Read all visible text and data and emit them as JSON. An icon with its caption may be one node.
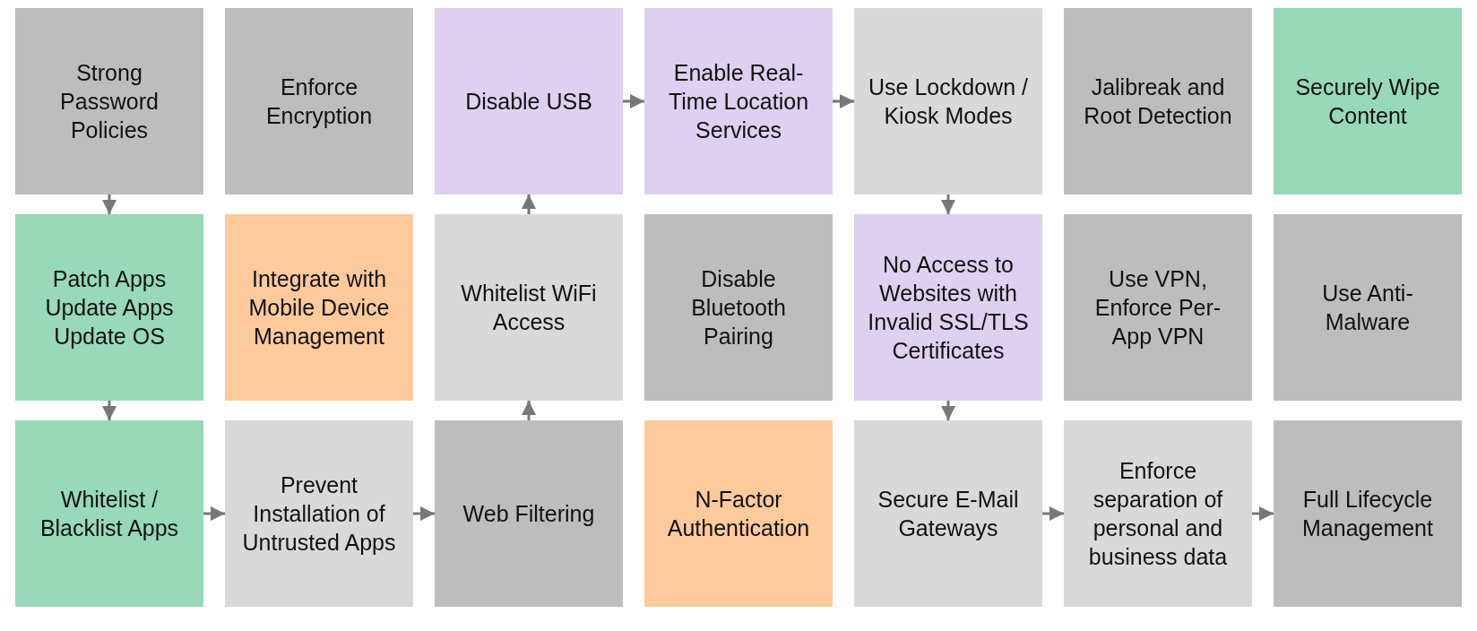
{
  "diagram": {
    "nodes": [
      {
        "text": [
          "Strong Password Policies"
        ]
      },
      {
        "text": [
          "Enforce Encryption"
        ]
      },
      {
        "text": [
          "Disable USB"
        ]
      },
      {
        "text": [
          "Enable Real-Time Location Services"
        ]
      },
      {
        "text": [
          "Use Lockdown / Kiosk Modes"
        ]
      },
      {
        "text": [
          "Jalibreak and Root Detection"
        ]
      },
      {
        "text": [
          "Securely Wipe Content"
        ]
      },
      {
        "text": [
          "Patch Apps Update Apps Update OS"
        ]
      },
      {
        "text": [
          "Integrate with Mobile Device Management"
        ]
      },
      {
        "text": [
          "Whitelist WiFi Access"
        ]
      },
      {
        "text": [
          "Disable Bluetooth Pairing"
        ]
      },
      {
        "text": [
          "No Access to Websites with Invalid SSL/TLS Certificates"
        ]
      },
      {
        "text": [
          "Use VPN, Enforce Per-App VPN"
        ]
      },
      {
        "text": [
          "Use Anti-Malware"
        ]
      },
      {
        "text": [
          "Whitelist / Blacklist Apps"
        ]
      },
      {
        "text": [
          "Prevent Installation of Untrusted Apps"
        ]
      },
      {
        "text": [
          "Web Filtering"
        ]
      },
      {
        "text": [
          "N-Factor Authentication"
        ]
      },
      {
        "text": [
          "Secure E-Mail Gateways"
        ]
      },
      {
        "text": [
          "Enforce separation of personal and business data"
        ]
      },
      {
        "text": [
          "Full Lifecycle Management"
        ]
      }
    ],
    "edges": [
      {
        "from": 0,
        "to": 7,
        "arrow": "to"
      },
      {
        "from": 7,
        "to": 14,
        "arrow": "to"
      },
      {
        "from": 14,
        "to": 15,
        "arrow": "to"
      },
      {
        "from": 15,
        "to": 16,
        "arrow": "to"
      },
      {
        "from": 16,
        "to": 9,
        "arrow": "to"
      },
      {
        "from": 9,
        "to": 2,
        "arrow": "to"
      },
      {
        "from": 2,
        "to": 3,
        "arrow": "to"
      },
      {
        "from": 3,
        "to": 4,
        "arrow": "to"
      },
      {
        "from": 4,
        "to": 11,
        "arrow": "to"
      },
      {
        "from": 11,
        "to": 18,
        "arrow": "to"
      },
      {
        "from": 18,
        "to": 19,
        "arrow": "to"
      },
      {
        "from": 19,
        "to": 20,
        "arrow": "to"
      }
    ]
  }
}
